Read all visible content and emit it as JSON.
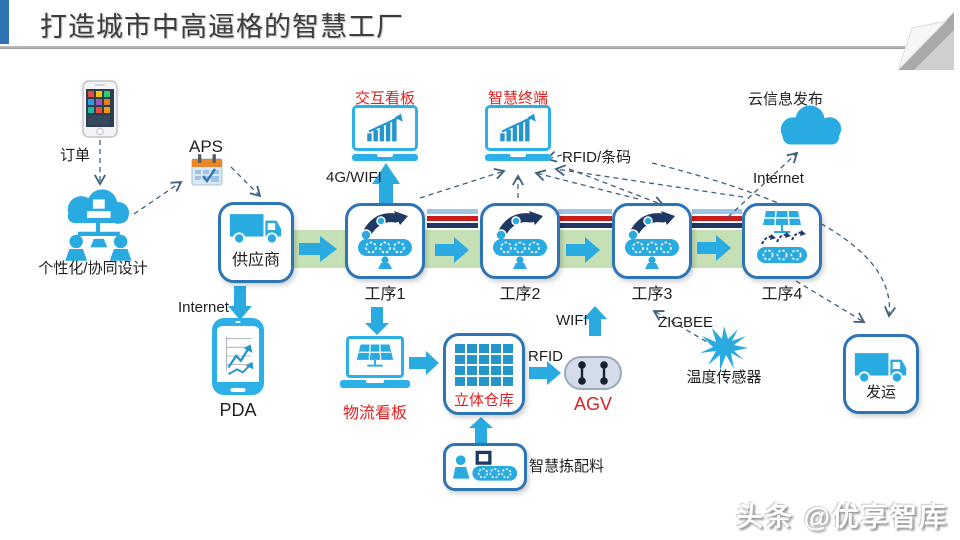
{
  "header": {
    "title": "打造城市中高逼格的智慧工厂"
  },
  "watermark": "头条 @优享智库",
  "labels": {
    "order": "订单",
    "aps": "APS",
    "design": "个性化/协同设计",
    "supplier": "供应商",
    "kanban": "交互看板",
    "terminal": "智慧终端",
    "cloud": "云信息发布",
    "rfid_barcode": "RFID/条码",
    "internet_top": "Internet",
    "g4wifi": "4G/WIFI",
    "p1": "工序1",
    "p2": "工序2",
    "p3": "工序3",
    "p4": "工序4",
    "internet_left": "Internet",
    "pda": "PDA",
    "logistics_board": "物流看板",
    "warehouse": "立体仓库",
    "rfid_mid": "RFID",
    "agv": "AGV",
    "wifi": "WIFI",
    "zigbee": "ZIGBEE",
    "temp_sensor": "温度传感器",
    "picking": "智慧拣配料",
    "ship": "发运"
  },
  "icons": {
    "order": "smartphone-photo",
    "aps": "calendar",
    "design": "cloud-team-network",
    "supplier": "truck",
    "kanban": "monitor-bar-chart",
    "terminal": "monitor-bar-chart",
    "cloud": "cloud",
    "process123": "robot-arm-conveyor-worker",
    "process4": "solar-panel-conveyor",
    "pda": "tablet-line-chart",
    "logistics_board": "laptop-panel",
    "warehouse": "storage-rack-grid",
    "agv": "agv-cart",
    "temp_sensor": "starburst",
    "picking": "worker-conveyor-box",
    "ship": "truck"
  },
  "colors": {
    "icon_blue": "#29ABE2",
    "border_blue": "#2E75B6",
    "navy": "#1F3864",
    "red_text": "#E02020",
    "stripe_red": "#C81E1E",
    "stripe_lightblue": "#9DC3E6",
    "green_band": "#C5E0B4",
    "connector": "#40607E"
  }
}
